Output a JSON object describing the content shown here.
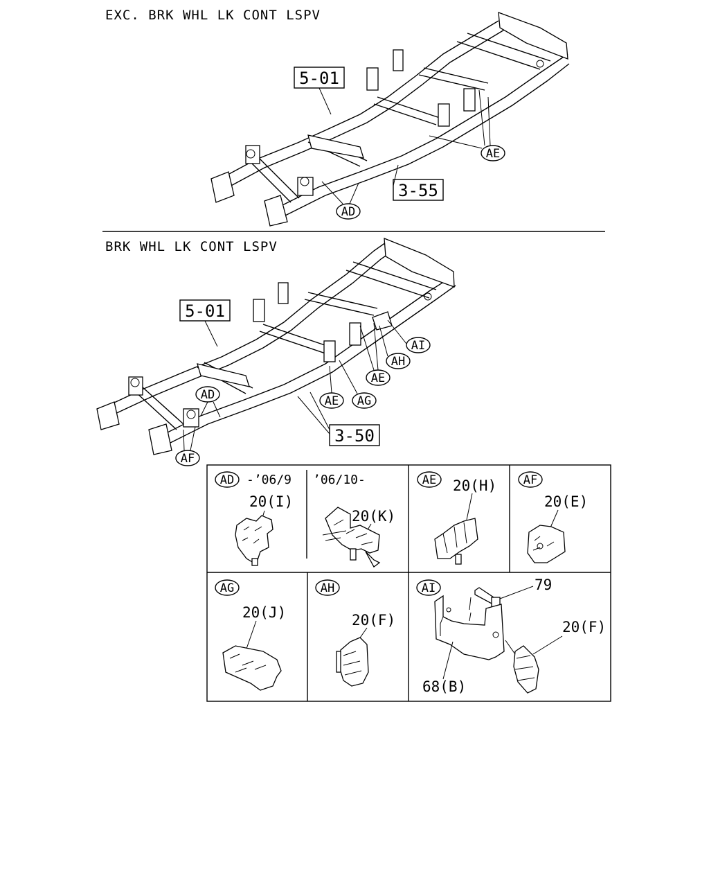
{
  "sections": [
    {
      "title": "EXC. BRK WHL LK CONT LSPV",
      "part_refs": [
        "5-01",
        "3-55"
      ],
      "markers": [
        "AE",
        "AD"
      ]
    },
    {
      "title": "BRK WHL LK CONT LSPV",
      "part_refs": [
        "5-01",
        "3-50"
      ],
      "markers": [
        "AI",
        "AH",
        "AE",
        "AE",
        "AG",
        "AD",
        "AF"
      ]
    }
  ],
  "detail_panels": [
    {
      "marker": "AD",
      "period": "-’06/9",
      "callout": "20(I)"
    },
    {
      "period": "’06/10-",
      "callout": "20(K)"
    },
    {
      "marker": "AE",
      "callout": "20(H)"
    },
    {
      "marker": "AF",
      "callout": "20(E)"
    },
    {
      "marker": "AG",
      "callout": "20(J)"
    },
    {
      "marker": "AH",
      "callout": "20(F)"
    },
    {
      "marker": "AI",
      "callouts": [
        "79",
        "20(F)",
        "68(B)"
      ]
    }
  ]
}
